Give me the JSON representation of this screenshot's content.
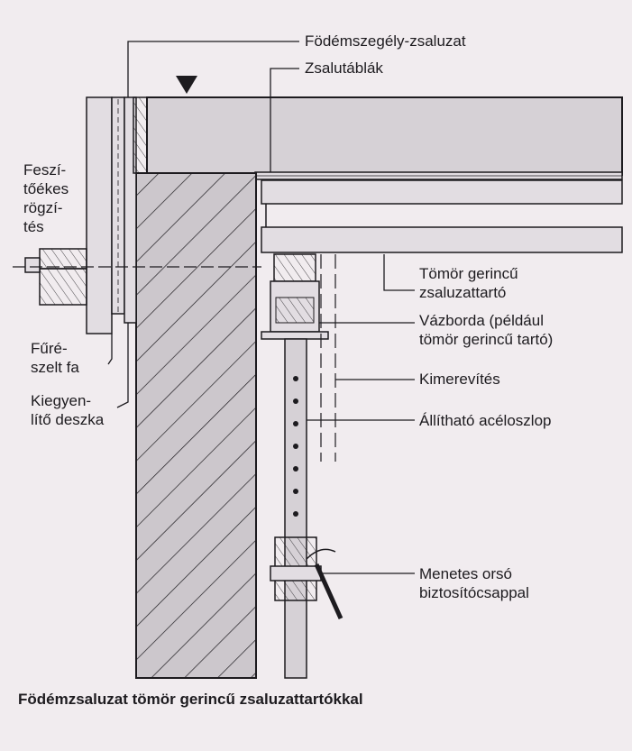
{
  "labels": {
    "edge_formwork": "Födémszegély-zsaluzat",
    "formwork_panels": "Zsalutáblák",
    "tension_fixing": [
      "Feszí-",
      "tőékes",
      "rögzí-",
      "tés"
    ],
    "sawn_timber": [
      "Fűré-",
      "szelt fa"
    ],
    "leveling_board": [
      "Kiegyen-",
      "lítő deszka"
    ],
    "solid_girder": [
      "Tömör gerincű",
      "zsaluzattartó"
    ],
    "frame_rib": [
      "Vázborda (például",
      "tömör gerincű tartó)"
    ],
    "bracing": "Kimerevítés",
    "adjustable_prop": "Állítható acéloszlop",
    "thread_spindle": [
      "Menetes orsó",
      "biztosítócsappal"
    ]
  },
  "caption": "Födémzsaluzat tömör gerincű zsaluzattartókkal",
  "colors": {
    "background": "#f1ecef",
    "ink": "#1d1b1f",
    "slab_fill": "#d6d1d6",
    "wall_fill": "#ccc7cc",
    "timber_fill": "#e2dde2"
  }
}
